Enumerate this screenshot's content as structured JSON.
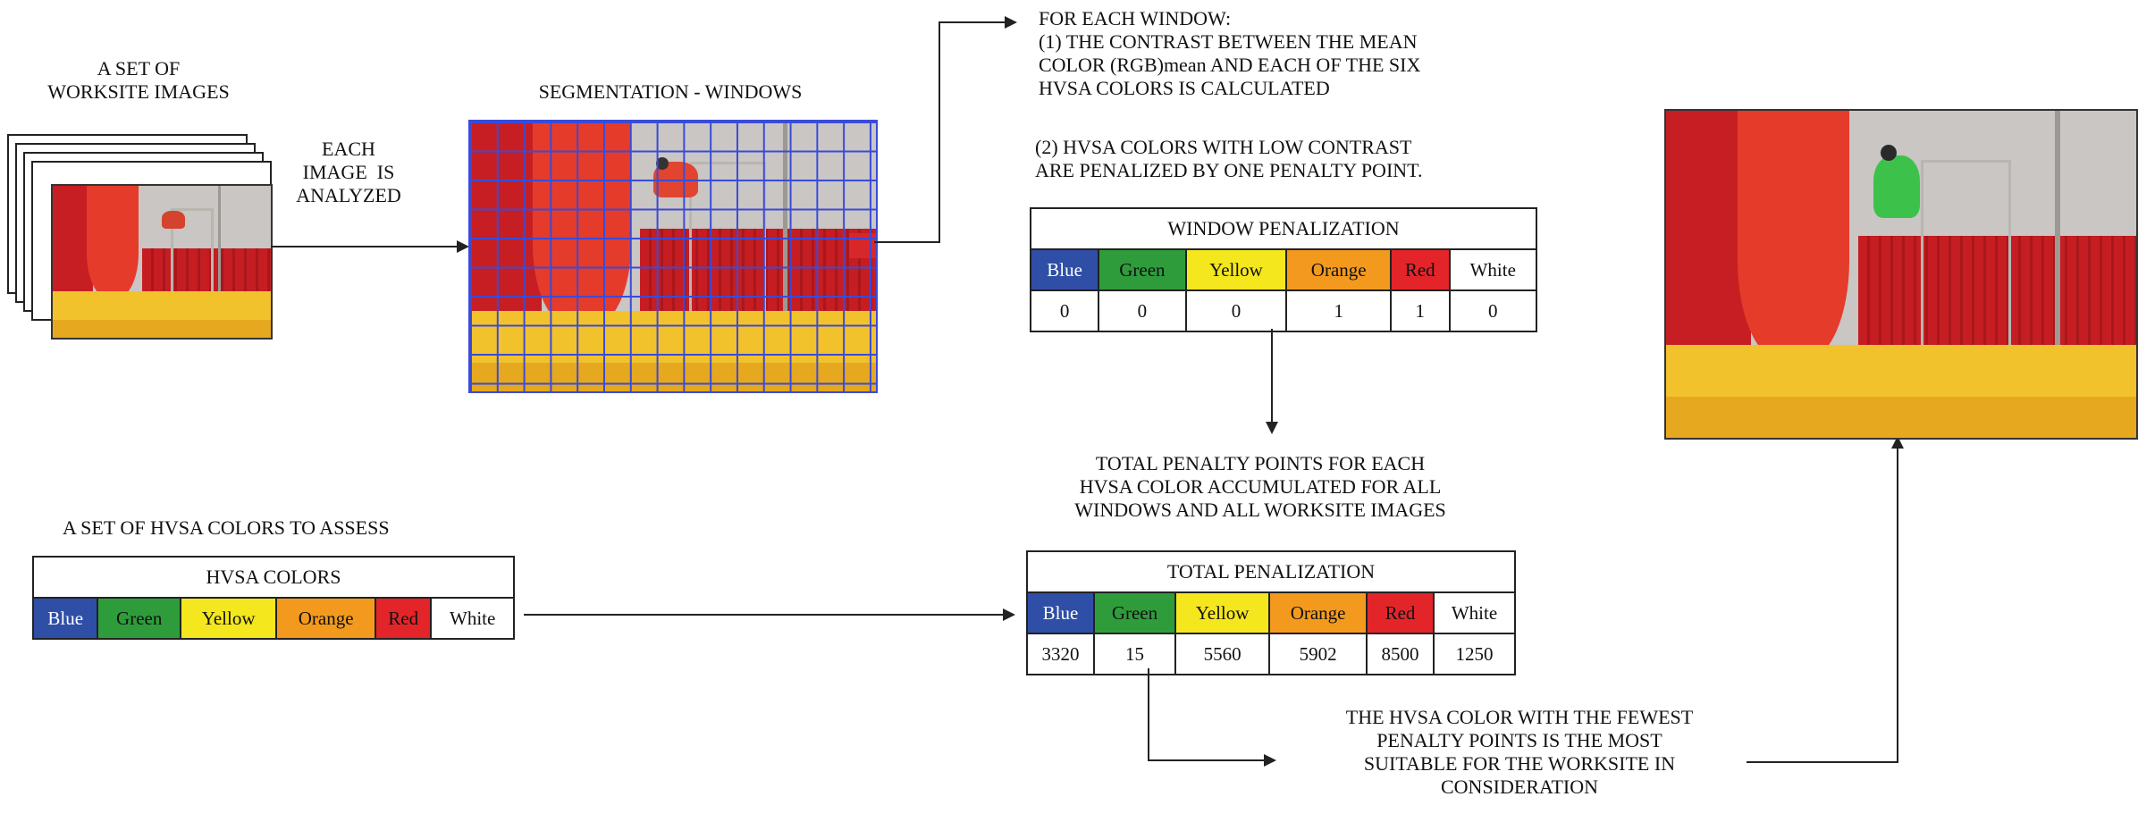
{
  "labels": {
    "worksite_images": [
      "A SET OF",
      "WORKSITE IMAGES"
    ],
    "each_image": [
      "EACH",
      "IMAGE  IS",
      "ANALYZED"
    ],
    "segmentation": "SEGMENTATION - WINDOWS",
    "for_each_window": [
      "FOR EACH WINDOW:",
      "(1) THE CONTRAST BETWEEN THE MEAN",
      "COLOR (RGB)mean AND EACH OF THE SIX",
      "HVSA COLORS IS CALCULATED"
    ],
    "low_contrast": [
      "(2) HVSA COLORS WITH LOW CONTRAST",
      "ARE PENALIZED BY ONE PENALTY POINT."
    ],
    "hvsa_set": "A SET OF HVSA COLORS TO ASSESS",
    "total_penalty": [
      "TOTAL PENALTY POINTS FOR EACH",
      "HVSA COLOR ACCUMULATED FOR ALL",
      "WINDOWS AND ALL WORKSITE IMAGES"
    ],
    "fewest": [
      "THE HVSA COLOR WITH THE FEWEST",
      "PENALTY POINTS IS THE MOST",
      "SUITABLE FOR THE WORKSITE IN",
      "CONSIDERATION"
    ]
  },
  "colors": [
    "Blue",
    "Green",
    "Yellow",
    "Orange",
    "Red",
    "White"
  ],
  "color_hex": {
    "Blue": "#2f4ea6",
    "Green": "#2f9c3b",
    "Yellow": "#f5e71d",
    "Orange": "#f39a1e",
    "Red": "#e3252a",
    "White": "#ffffff"
  },
  "window_table": {
    "title": "WINDOW PENALIZATION",
    "values": [
      "0",
      "0",
      "0",
      "1",
      "1",
      "0"
    ]
  },
  "hvsa_table": {
    "title": "HVSA COLORS"
  },
  "total_table": {
    "title": "TOTAL PENALIZATION",
    "values": [
      "3320",
      "15",
      "5560",
      "5902",
      "8500",
      "1250"
    ]
  }
}
